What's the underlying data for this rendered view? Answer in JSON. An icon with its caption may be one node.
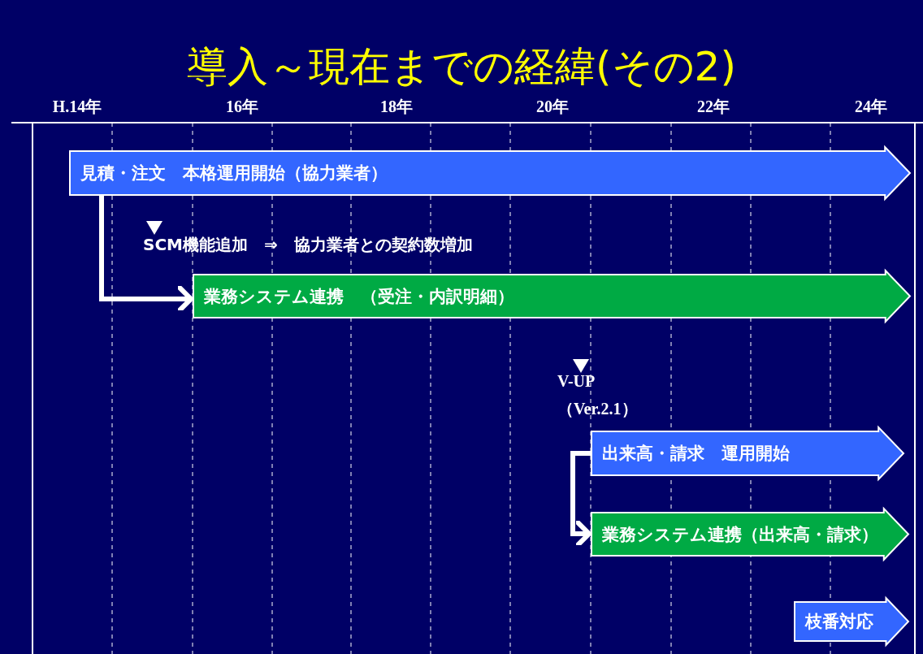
{
  "diagram": {
    "title": "導入～現在までの経緯(その2)",
    "nodes": [
      {
        "text": [
          "見積・注文　本格運用開始（協力業者）"
        ]
      },
      {
        "text": [
          "業務システム連携　（受注・内訳明細）"
        ]
      },
      {
        "text": [
          "出来高・請求　運用開始"
        ]
      },
      {
        "text": [
          "業務システム連携（出来高・請求）"
        ]
      },
      {
        "text": [
          "枝番対応"
        ]
      }
    ],
    "edges": [
      {
        "from": 0,
        "to": 1,
        "arrow": "to"
      },
      {
        "from": 2,
        "to": 3,
        "arrow": "to"
      }
    ],
    "labels": [
      "H.14年",
      "16年",
      "18年",
      "20年",
      "22年",
      "24年",
      "SCM機能追加　⇒　協力業者との契約数増加",
      "V-UP",
      "（Ver.2.1）"
    ]
  }
}
